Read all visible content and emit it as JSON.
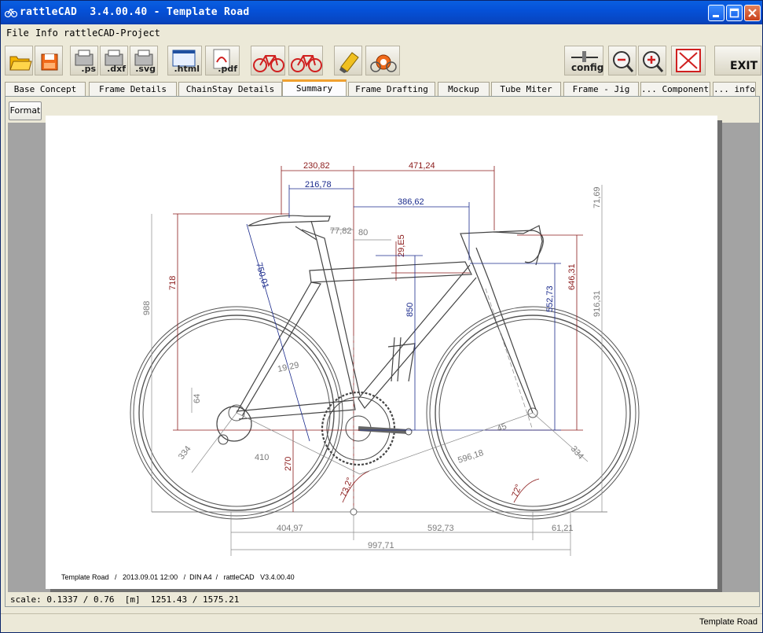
{
  "window": {
    "title": "rattleCAD  3.4.00.40 - Template Road"
  },
  "menu": [
    "File",
    "Info",
    "rattleCAD-Project"
  ],
  "toolbar": {
    "ps": ".ps",
    "dxf": ".dxf",
    "svg": ".svg",
    "html": ".html",
    "pdf": ".pdf",
    "config": "config",
    "exit": "EXIT"
  },
  "tabs": [
    "Base Concept",
    "Frame Details",
    "ChainStay Details",
    "Summary",
    "Frame Drafting",
    "Mockup",
    "Tube Miter",
    "Frame - Jig",
    "... Components",
    "... info"
  ],
  "active_tab": "Summary",
  "format_button": "Format",
  "drawing": {
    "dims_red": {
      "top_left": "230,82",
      "top_right": "471,24",
      "saddle_height": "718",
      "right_vertical": "646,31",
      "bb_height": "270",
      "angle_left": "73,2°",
      "angle_right": "72°",
      "offset": "29,E5"
    },
    "dims_blue": {
      "setback": "216,78",
      "reach": "386,62",
      "seat_length": "750,01",
      "seat_height": "850",
      "stack": "552,73"
    },
    "dims_gray": {
      "top_right_small": "71,69",
      "total_height": "988",
      "right_total": "916,31",
      "offset_small": "77,82",
      "offset_80": "80",
      "chainstay": "410",
      "wheel_left": "334",
      "wheel_right": "334",
      "front_center": "596,18",
      "bb_drop": "64",
      "stay": "19,29",
      "fork_offset": "45",
      "wheelbase_left": "404,97",
      "wheelbase_right": "592,73",
      "overhang": "61,21",
      "wheelbase_total": "997,71"
    },
    "footer": "Template Road   /   2013.09.01 12:00   /  DIN A4  /   rattleCAD   V3.4.00.40"
  },
  "scale_info": "scale: 0.1337 / 0.76  [m]  1251.43 / 1575.21",
  "status": "Template Road",
  "colors": {
    "dim_red": "#8B1A1A",
    "dim_blue": "#1A2A8C",
    "dim_gray": "#8A8A8A",
    "accent_tab": "#F0A030",
    "titlebar": "#0551D8"
  }
}
